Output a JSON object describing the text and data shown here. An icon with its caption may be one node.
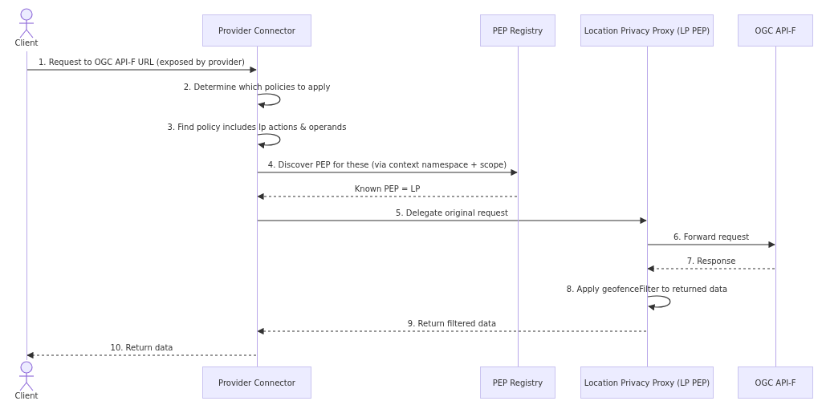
{
  "diagram": {
    "nodes": [
      {
        "text": [
          "Client"
        ]
      },
      {
        "text": [
          "Provider Connector"
        ]
      },
      {
        "text": [
          "PEP Registry"
        ]
      },
      {
        "text": [
          "Location Privacy Proxy (LP PEP)"
        ]
      },
      {
        "text": [
          "OGC API-F"
        ]
      },
      {
        "text": [],
        "shape": "line"
      },
      {
        "text": [],
        "shape": "line"
      },
      {
        "text": [],
        "shape": "line"
      },
      {
        "text": [],
        "shape": "line"
      },
      {
        "text": [],
        "shape": "line"
      },
      {
        "text": [
          "Client"
        ]
      },
      {
        "text": [
          "Provider Connector"
        ]
      },
      {
        "text": [
          "PEP Registry"
        ]
      },
      {
        "text": [
          "Location Privacy Proxy (LP PEP)"
        ]
      },
      {
        "text": [
          "OGC API-F"
        ]
      }
    ],
    "edges": [
      {
        "from": 5,
        "to": 6,
        "arrow": "to",
        "label": "1. Request to OGC API-F URL (exposed by provider)"
      },
      {
        "from": 6,
        "to": 6,
        "arrow": "to",
        "label": "2. Determine which policies to apply"
      },
      {
        "from": 6,
        "to": 6,
        "arrow": "to",
        "label": "3. Find policy includes lp actions & operands"
      },
      {
        "from": 6,
        "to": 7,
        "arrow": "to",
        "label": "4. Discover PEP for these (via context namespace + scope)"
      },
      {
        "from": 7,
        "to": 6,
        "arrow": "to",
        "style": "dashed",
        "label": "Known PEP = LP"
      },
      {
        "from": 6,
        "to": 8,
        "arrow": "to",
        "label": "5. Delegate original request"
      },
      {
        "from": 8,
        "to": 9,
        "arrow": "to",
        "label": "6. Forward request"
      },
      {
        "from": 9,
        "to": 8,
        "arrow": "to",
        "style": "dashed",
        "label": "7. Response"
      },
      {
        "from": 8,
        "to": 8,
        "arrow": "to",
        "label": "8. Apply geofenceFilter to returned data"
      },
      {
        "from": 8,
        "to": 6,
        "arrow": "to",
        "style": "dashed",
        "label": "9. Return filtered data"
      },
      {
        "from": 6,
        "to": 5,
        "arrow": "to",
        "style": "dashed",
        "label": "10. Return data"
      }
    ]
  }
}
